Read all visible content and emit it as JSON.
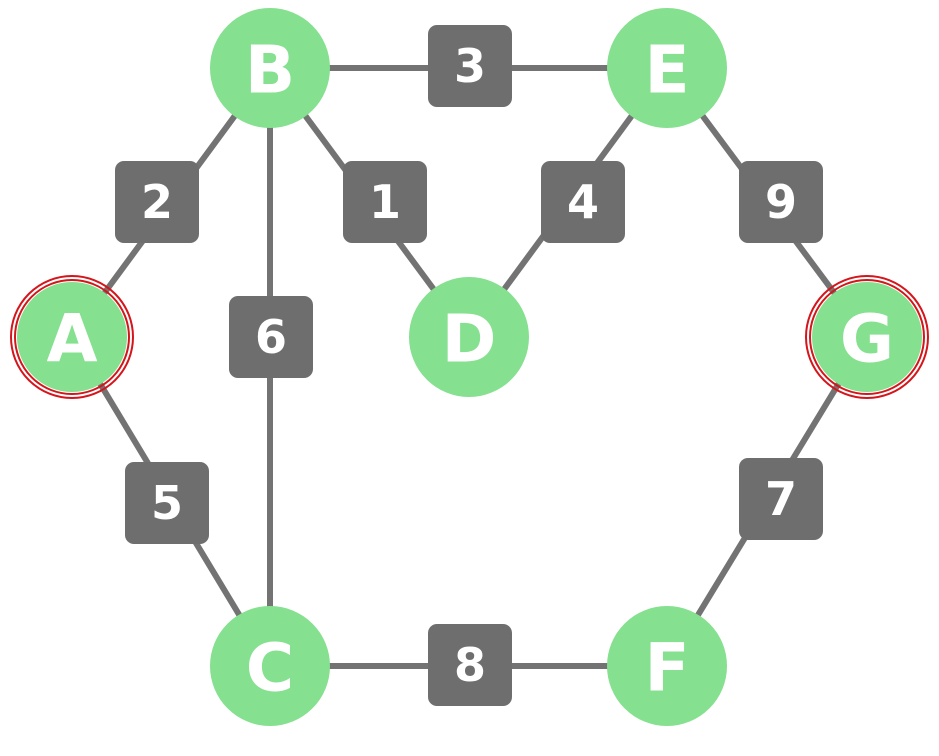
{
  "colors": {
    "node": "#85e08f",
    "edge": "#737373",
    "weight_box": "#6e6e6e",
    "label": "#ffffff",
    "highlight_ring": "#d4161c"
  },
  "nodes": [
    {
      "id": "A",
      "label": "A",
      "highlighted": true
    },
    {
      "id": "B",
      "label": "B",
      "highlighted": false
    },
    {
      "id": "C",
      "label": "C",
      "highlighted": false
    },
    {
      "id": "D",
      "label": "D",
      "highlighted": false
    },
    {
      "id": "E",
      "label": "E",
      "highlighted": false
    },
    {
      "id": "F",
      "label": "F",
      "highlighted": false
    },
    {
      "id": "G",
      "label": "G",
      "highlighted": true
    }
  ],
  "edges": [
    {
      "from": "A",
      "to": "B",
      "weight": "2"
    },
    {
      "from": "B",
      "to": "D",
      "weight": "1"
    },
    {
      "from": "B",
      "to": "E",
      "weight": "3"
    },
    {
      "from": "E",
      "to": "D",
      "weight": "4"
    },
    {
      "from": "E",
      "to": "G",
      "weight": "9"
    },
    {
      "from": "B",
      "to": "C",
      "weight": "6"
    },
    {
      "from": "A",
      "to": "C",
      "weight": "5"
    },
    {
      "from": "G",
      "to": "F",
      "weight": "7"
    },
    {
      "from": "C",
      "to": "F",
      "weight": "8"
    }
  ]
}
